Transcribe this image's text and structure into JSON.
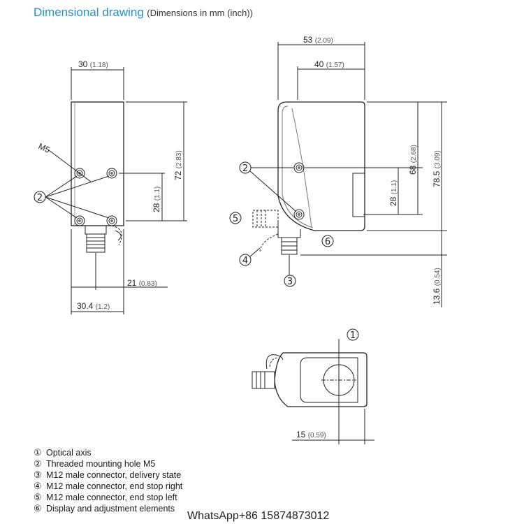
{
  "title": {
    "main": "Dimensional drawing",
    "sub": "(Dimensions in mm (inch))"
  },
  "dimensions": {
    "front_width": {
      "mm": "30",
      "in": "(1.18)"
    },
    "front_height": {
      "mm": "72",
      "in": "(2.83)"
    },
    "front_holes": {
      "mm": "28",
      "in": "(1.1)"
    },
    "front_connector": {
      "mm": "21",
      "in": "(0.83)"
    },
    "front_overall": {
      "mm": "30.4",
      "in": "(1.2)"
    },
    "thread_label": "M5",
    "side_overall": {
      "mm": "53",
      "in": "(2.09)"
    },
    "side_body": {
      "mm": "40",
      "in": "(1.57)"
    },
    "side_height": {
      "mm": "68",
      "in": "(2.68)"
    },
    "side_total": {
      "mm": "78.5",
      "in": "(3.09)"
    },
    "side_holes": {
      "mm": "28",
      "in": "(1.1)"
    },
    "side_connector": {
      "mm": "13.6",
      "in": "(0.54)"
    },
    "top_axis": {
      "mm": "15",
      "in": "(0.59)"
    }
  },
  "callouts": [
    "①",
    "②",
    "③",
    "④",
    "⑤",
    "⑥"
  ],
  "legend": [
    {
      "num": "①",
      "text": "Optical axis"
    },
    {
      "num": "②",
      "text": "Threaded mounting hole M5"
    },
    {
      "num": "③",
      "text": "M12 male connector, delivery state"
    },
    {
      "num": "④",
      "text": "M12 male connector, end stop right"
    },
    {
      "num": "⑤",
      "text": "M12 male connector, end stop left"
    },
    {
      "num": "⑥",
      "text": "Display and adjustment elements"
    }
  ],
  "footer": "WhatsApp+86 15874873012"
}
